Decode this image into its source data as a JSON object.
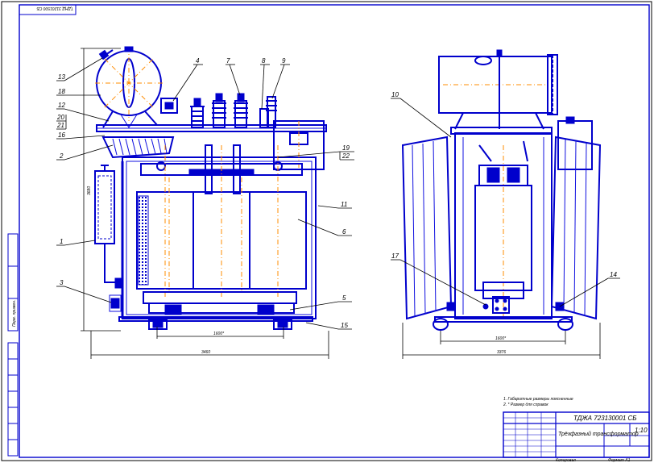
{
  "drawing": {
    "stamp_code": "ТДНД 31201500 СБ",
    "notes": [
      "1. Габаритные размеры поясненные",
      "2. * Размер для справок"
    ],
    "dims": {
      "height": "3680",
      "width_front": "3460",
      "wheel_front": "1600*",
      "wheel_side": "1600*",
      "width_side": "3376"
    },
    "callouts": [
      "13",
      "18",
      "12",
      "20",
      "21",
      "16",
      "2",
      "1",
      "3",
      "4",
      "7",
      "8",
      "9",
      "19",
      "22",
      "11",
      "6",
      "5",
      "15",
      "10",
      "17",
      "14"
    ]
  },
  "title_block": {
    "designation": "ТДЖА 723130001 СБ",
    "name": "Трёхфазный трансформатор",
    "sheet": "1:10",
    "footer_left": "Копировал",
    "footer_right": "Формат А1"
  },
  "left_strip": {
    "label": "Перв. примен."
  }
}
